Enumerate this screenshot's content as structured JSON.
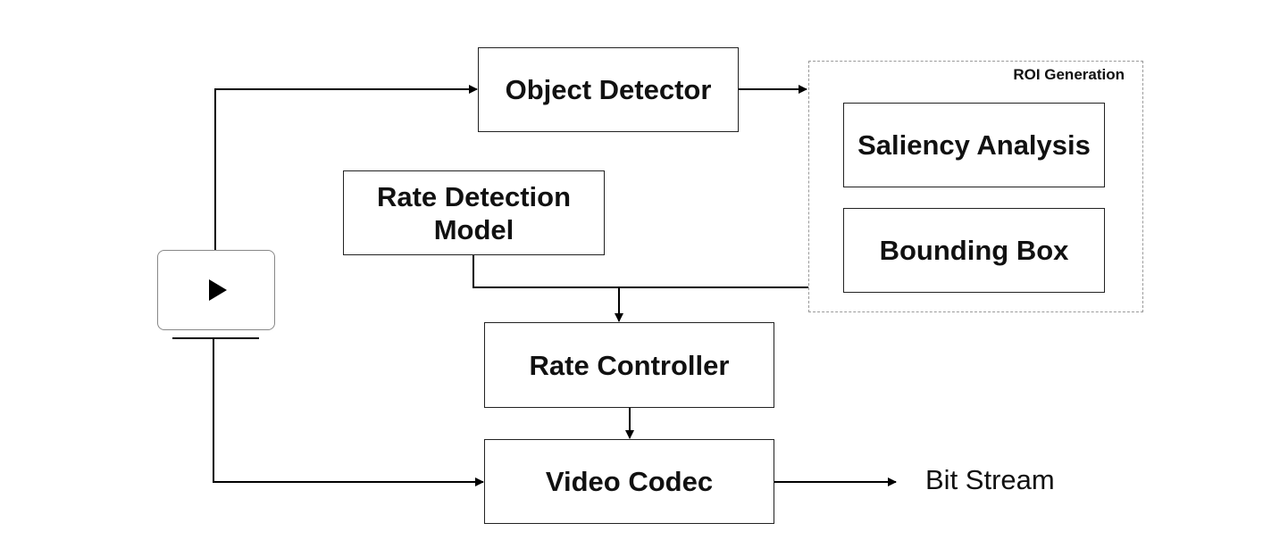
{
  "nodes": {
    "object_detector": "Object Detector",
    "roi_group_title": "ROI Generation",
    "saliency_analysis": "Saliency Analysis",
    "bounding_box": "Bounding Box",
    "rate_detection_line1": "Rate Detection",
    "rate_detection_line2": "Model",
    "rate_controller": "Rate Controller",
    "video_codec": "Video Codec"
  },
  "output_label": "Bit Stream",
  "icons": {
    "video_source": "play-icon"
  },
  "colors": {
    "line": "#000000",
    "box_border": "#222222",
    "group_border": "#9a9a9a"
  }
}
